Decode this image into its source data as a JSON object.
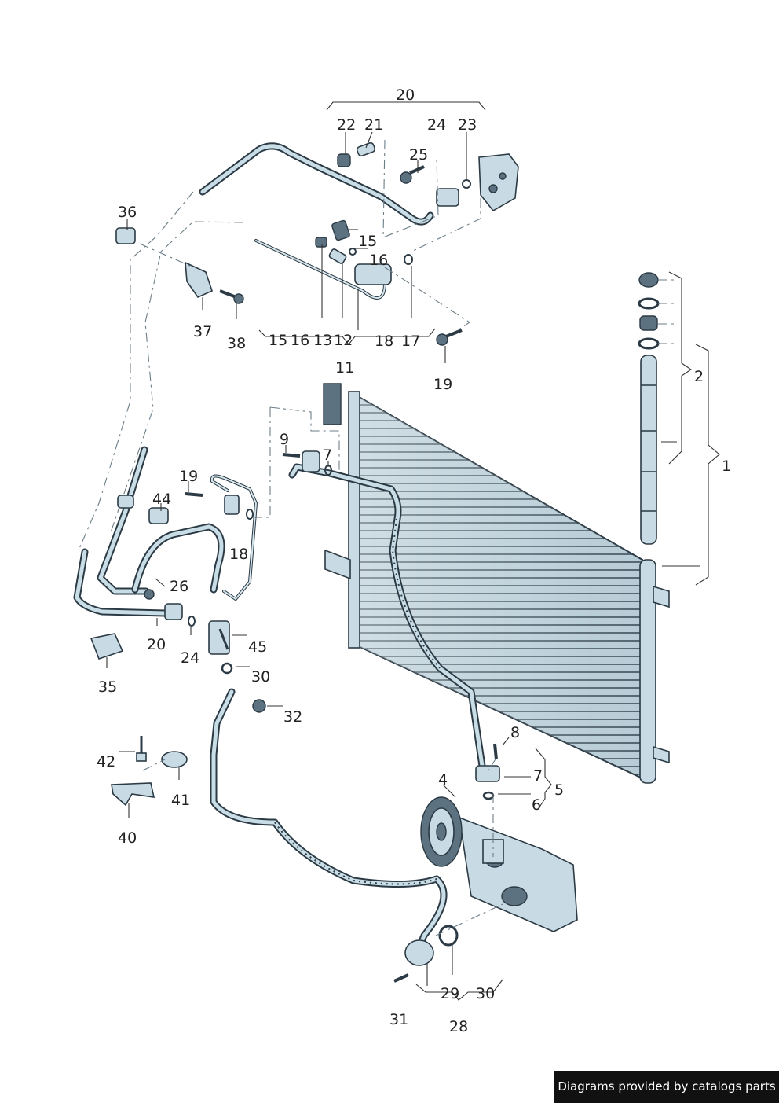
{
  "labels": {
    "l20_top": "20",
    "l22": "22",
    "l21": "21",
    "l24_top": "24",
    "l23": "23",
    "l25": "25",
    "l36": "36",
    "l15_a": "15",
    "l16_a": "16",
    "l37": "37",
    "l38": "38",
    "l15_b": "15",
    "l16_b": "16",
    "l13": "13",
    "l12": "12",
    "l18_b": "18",
    "l17": "17",
    "l11": "11",
    "l19_a": "19",
    "l2": "2",
    "l1": "1",
    "l9": "9",
    "l7_a": "7",
    "l19_b": "19",
    "l44": "44",
    "l18_c": "18",
    "l26": "26",
    "l20_b": "20",
    "l24_b": "24",
    "l45": "45",
    "l35": "35",
    "l30_a": "30",
    "l32": "32",
    "l8": "8",
    "l42": "42",
    "l41": "41",
    "l40": "40",
    "l4": "4",
    "l7_b": "7",
    "l5": "5",
    "l6": "6",
    "l29": "29",
    "l30_b": "30",
    "l31": "31",
    "l28": "28"
  },
  "footer": {
    "text": "Diagrams provided by catalogs parts"
  }
}
